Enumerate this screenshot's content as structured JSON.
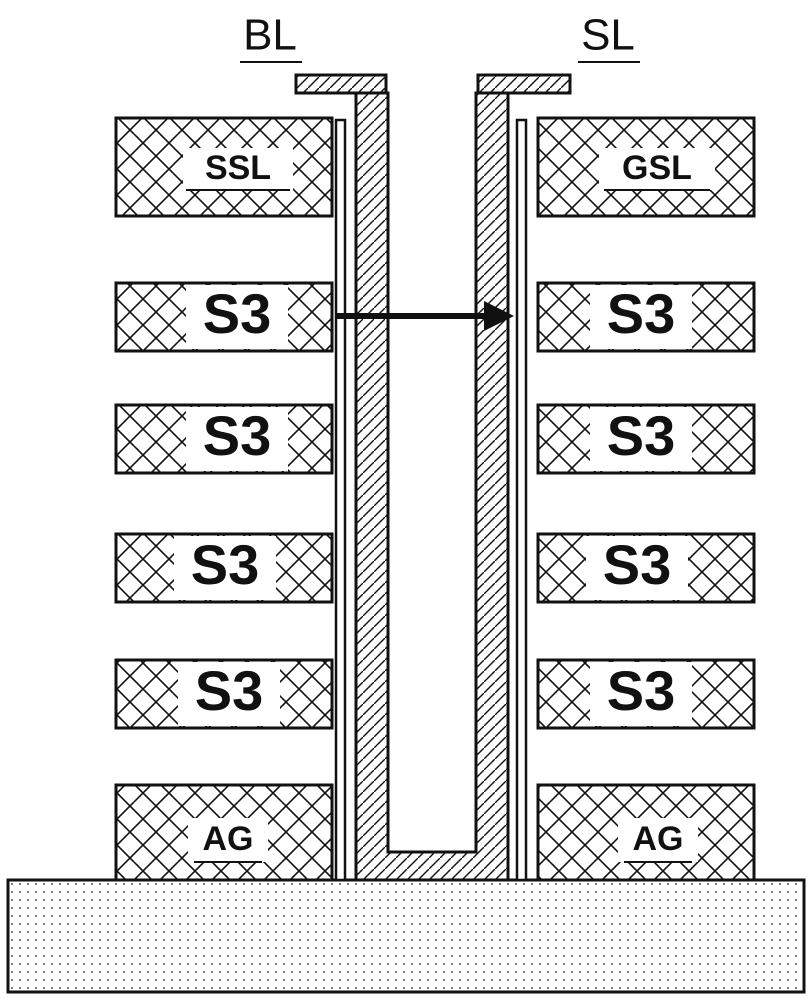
{
  "labels": {
    "bit_line": "BL",
    "source_line": "SL",
    "string_select_line": "SSL",
    "ground_select_line": "GSL",
    "left_bottom_gate": "AG",
    "right_bottom_gate": "AG",
    "word_line": "S3"
  },
  "word_line_rows": 4,
  "colors": {
    "stroke": "#111111",
    "background": "#ffffff",
    "substrate_dot": "#555555"
  }
}
